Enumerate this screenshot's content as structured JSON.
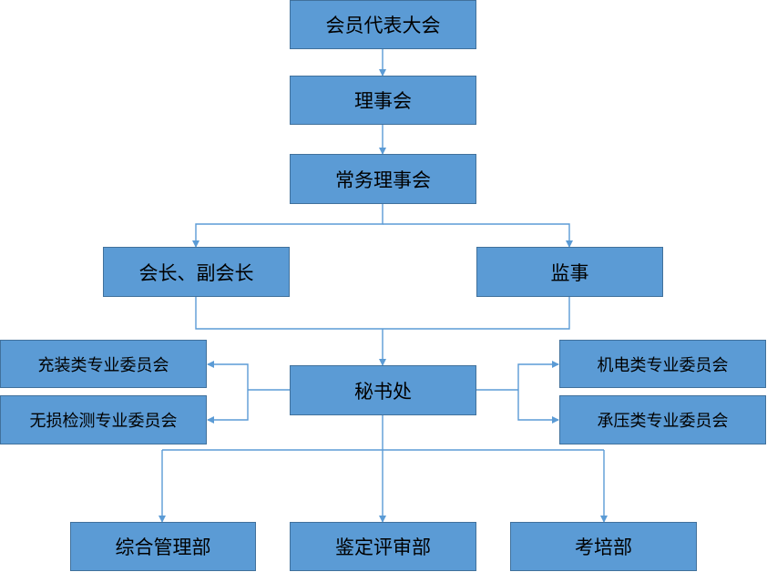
{
  "colors": {
    "box_fill": "#5b9bd5",
    "box_border": "#41719c",
    "connector": "#5b9bd5",
    "text": "#000000"
  },
  "nodes": {
    "assembly": "会员代表大会",
    "council": "理事会",
    "standing_council": "常务理事会",
    "president": "会长、副会长",
    "supervisor": "监事",
    "secretariat": "秘书处",
    "filling_committee": "充装类专业委员会",
    "ndt_committee": "无损检测专业委员会",
    "electromech_committee": "机电类专业委员会",
    "pressure_committee": "承压类专业委员会",
    "general_dept": "综合管理部",
    "appraisal_dept": "鉴定评审部",
    "training_dept": "考培部"
  }
}
